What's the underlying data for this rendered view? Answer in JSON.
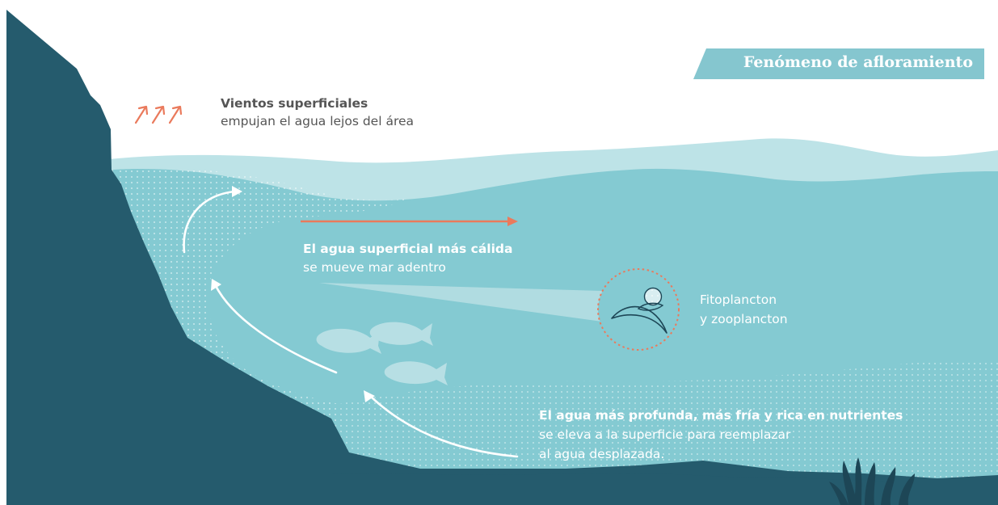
{
  "title": "Fenómeno de afloramiento",
  "labels": {
    "wind_title": "Vientos superficiales",
    "wind_desc": "empujan el agua lejos del área",
    "surface_title": "El agua superficial más cálida",
    "surface_desc": "se mueve mar adentro",
    "plankton_line1": "Fitoplancton",
    "plankton_line2": "y zooplancton",
    "deep_title": "El agua más profunda, más fría y rica en nutrientes",
    "deep_line1": "se eleva a la superficie para reemplazar",
    "deep_line2": "al agua desplazada."
  },
  "colors": {
    "rock": "#255b6d",
    "water": "#84cad2",
    "water_light": "#bde3e7",
    "accent": "#ea7a5c",
    "text_dark": "#555555",
    "white": "#ffffff"
  },
  "icons": {
    "wind": "wind-arrows-icon",
    "fish": "fish-icon",
    "plankton": "plankton-icon",
    "seaweed": "seaweed-icon"
  }
}
